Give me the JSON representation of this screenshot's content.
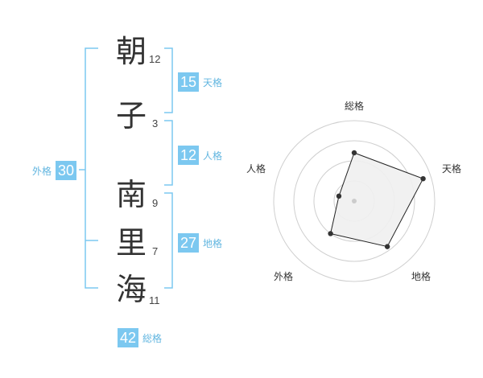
{
  "name": {
    "characters": [
      {
        "char": "朝",
        "strokes": "12"
      },
      {
        "char": "子",
        "strokes": "3"
      },
      {
        "char": "南",
        "strokes": "9"
      },
      {
        "char": "里",
        "strokes": "7"
      },
      {
        "char": "海",
        "strokes": "11"
      }
    ]
  },
  "fortunes": {
    "tenkaku": {
      "label": "天格",
      "value": "15"
    },
    "jinkaku": {
      "label": "人格",
      "value": "12"
    },
    "chikaku": {
      "label": "地格",
      "value": "27"
    },
    "gaikaku": {
      "label": "外格",
      "value": "30"
    },
    "soukaku": {
      "label": "総格",
      "value": "42"
    }
  },
  "colors": {
    "badge": "#7cc8f0",
    "badge_label": "#62b6e0",
    "bracket": "#7cc8f0",
    "radar_fill": "#f0f0f0",
    "radar_line": "#222222"
  },
  "chart_data": {
    "type": "radar",
    "axes": [
      "総格",
      "天格",
      "地格",
      "外格",
      "人格"
    ],
    "values": [
      3.0,
      4.5,
      3.5,
      2.5,
      1.0
    ],
    "max": 5,
    "rings": 4,
    "grid": true
  }
}
